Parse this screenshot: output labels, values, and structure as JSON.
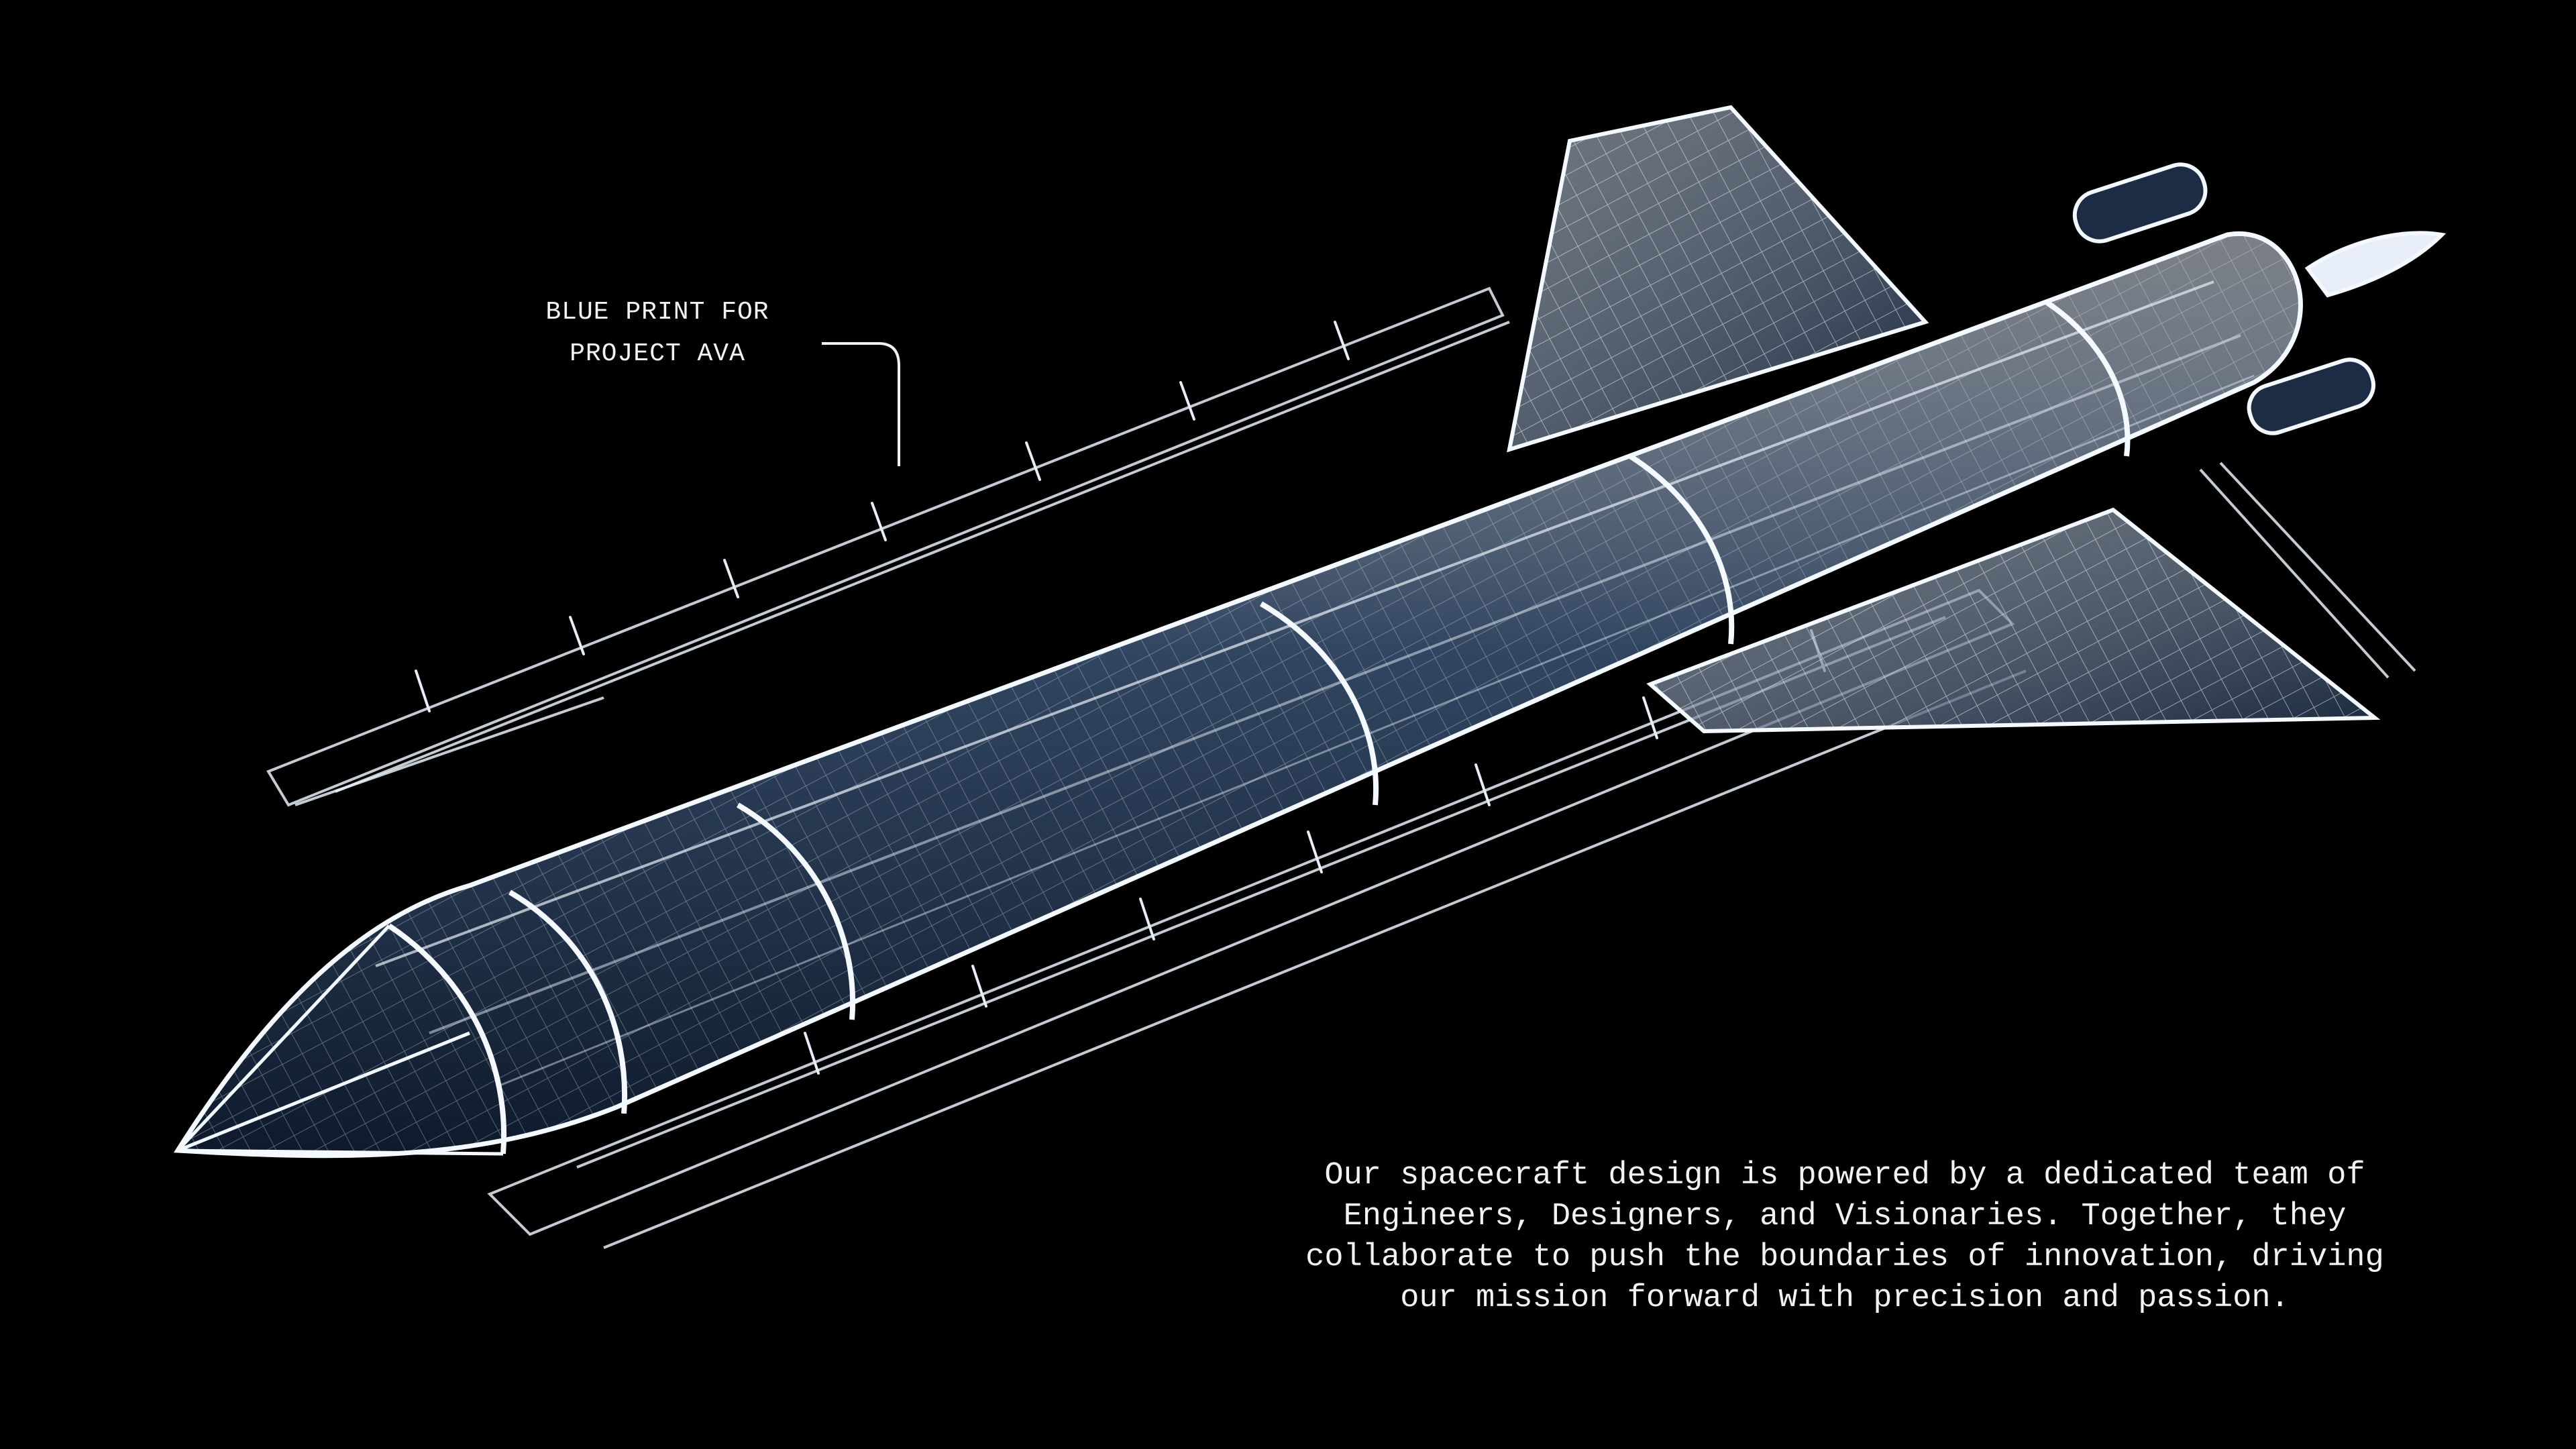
{
  "image": {
    "subject": "rocket-blueprint-wireframe",
    "background_color": "#000000",
    "line_color": "#e8eef8",
    "hull_fill_color": "#1c2c44"
  },
  "callout": {
    "line1": "BLUE PRINT FOR",
    "line2": "PROJECT AVA"
  },
  "description": {
    "text": "Our spacecraft design is powered by a dedicated team of\nEngineers, Designers, and Visionaries. Together, they\ncollaborate to push the boundaries of innovation, driving\nour mission forward with precision and passion."
  }
}
